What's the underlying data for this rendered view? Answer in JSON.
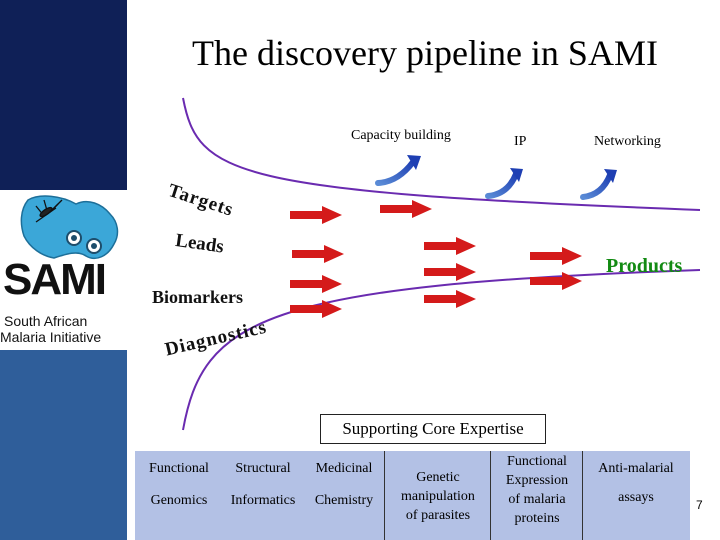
{
  "title": "The discovery pipeline in SAMI",
  "top_labels": {
    "capacity": "Capacity building",
    "ip": "IP",
    "networking": "Networking"
  },
  "stages": {
    "targets": "Targets",
    "leads": "Leads",
    "biomarkers": "Biomarkers",
    "diagnostics": "Diagnostics",
    "products": "Products"
  },
  "expertise_title": "Supporting Core Expertise",
  "core": {
    "functional_genomics": [
      "Functional",
      "Genomics"
    ],
    "structural_informatics": [
      "Structural",
      "Informatics"
    ],
    "medicinal_chemistry": [
      "Medicinal",
      "Chemistry"
    ],
    "genetic_manipulation": [
      "Genetic",
      "manipulation",
      "of parasites"
    ],
    "functional_expression": [
      "Functional",
      "Expression",
      "of  malaria",
      "proteins"
    ],
    "antimalarial_assays": [
      "Anti-malarial",
      "assays"
    ]
  },
  "logo": {
    "acronym": "SAMI",
    "line1": "South African",
    "line2": "Malaria Initiative"
  },
  "page_number": "7",
  "colors": {
    "navy_band": "#0f2057",
    "blue_band": "#2f5e9a",
    "arrow_red": "#d41a1a",
    "pipeline_purple": "#6a2bb0",
    "products_green": "#128a12",
    "core_fill": "#b3c1e5"
  }
}
